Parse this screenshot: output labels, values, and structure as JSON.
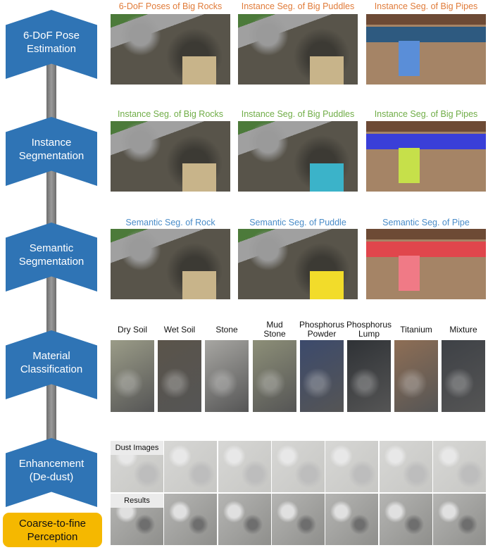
{
  "stages": [
    {
      "label": "6-DoF Pose Estimation",
      "l1": "6-DoF Pose",
      "l2": "Estimation"
    },
    {
      "label": "Instance Segmentation",
      "l1": "Instance",
      "l2": "Segmentation"
    },
    {
      "label": "Semantic Segmentation",
      "l1": "Semantic",
      "l2": "Segmentation"
    },
    {
      "label": "Material Classification",
      "l1": "Material",
      "l2": "Classification"
    },
    {
      "label": "Enhancement (De-dust)",
      "l1": "Enhancement",
      "l2": "(De-dust)"
    }
  ],
  "footer": {
    "l1": "Coarse-to-fine",
    "l2": "Perception"
  },
  "rows": [
    {
      "color": "#e07b39",
      "titles": [
        "6-DoF Poses of Big Rocks",
        "Instance Seg. of  Big Puddles",
        "Instance Seg. of Big Pipes"
      ]
    },
    {
      "color": "#70ad47",
      "titles": [
        "Instance Seg. of  Big Rocks",
        "Instance Seg. of Big Puddles",
        "Instance Seg. of Big Pipes"
      ]
    },
    {
      "color": "#4a8cc8",
      "titles": [
        "Semantic Seg. of Rock",
        "Semantic Seg. of Puddle",
        "Semantic Seg. of Pipe"
      ]
    }
  ],
  "materials": [
    {
      "l1": "",
      "l2": "Dry Soil",
      "c": "#9b9c88"
    },
    {
      "l1": "",
      "l2": "Wet Soil",
      "c": "#5a544a"
    },
    {
      "l1": "",
      "l2": "Stone",
      "c": "#a7a6a2"
    },
    {
      "l1": "Mud",
      "l2": "Stone",
      "c": "#8d8f78"
    },
    {
      "l1": "Phosphorus",
      "l2": "Powder",
      "c": "#3c4a6c"
    },
    {
      "l1": "Phosphorus",
      "l2": "Lump",
      "c": "#2f3236"
    },
    {
      "l1": "",
      "l2": "Titanium",
      "c": "#8e6e55"
    },
    {
      "l1": "",
      "l2": "Mixture",
      "c": "#3e4146"
    }
  ],
  "dedust": {
    "dust_label": "Dust Images",
    "results_label": "Results"
  }
}
